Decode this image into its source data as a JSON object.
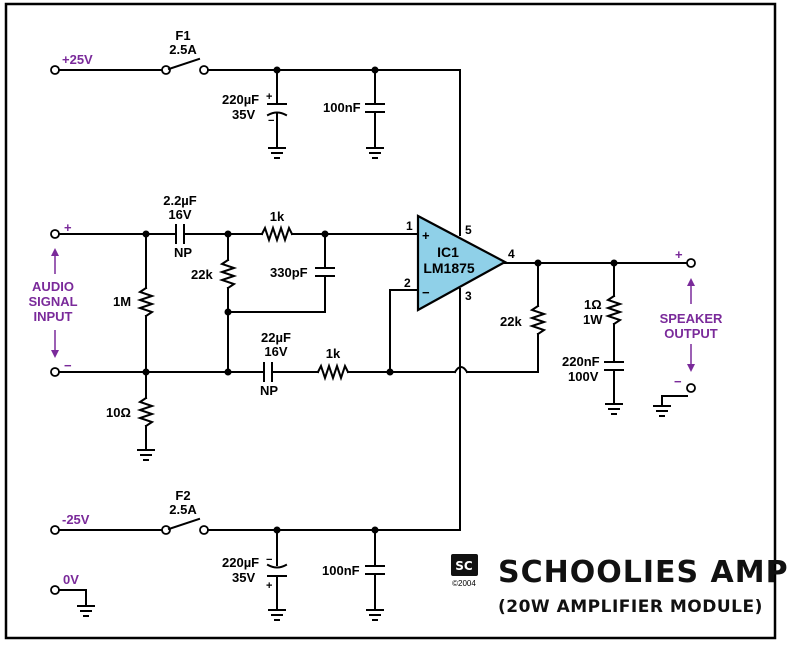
{
  "title": "SCHOOLIES AMP",
  "subtitle": "(20W AMPLIFIER MODULE)",
  "logo": {
    "text": "SC",
    "copyright": "©2004"
  },
  "ic": {
    "name": "IC1",
    "part": "LM1875",
    "pins": {
      "p1": "1",
      "p2": "2",
      "p3": "3",
      "p4": "4",
      "p5": "5"
    },
    "plus": "+",
    "minus": "−"
  },
  "rails": {
    "pos": "+25V",
    "neg": "-25V",
    "gnd": "0V"
  },
  "fuses": {
    "f1": {
      "ref": "F1",
      "value": "2.5A"
    },
    "f2": {
      "ref": "F2",
      "value": "2.5A"
    }
  },
  "components": {
    "c_pos_elec": {
      "value": "220µF",
      "voltage": "35V"
    },
    "c_pos_film": {
      "value": "100nF"
    },
    "c_neg_elec": {
      "value": "220µF",
      "voltage": "35V"
    },
    "c_neg_film": {
      "value": "100nF"
    },
    "c_in": {
      "value": "2.2µF",
      "voltage": "16V",
      "type": "NP"
    },
    "c_fb": {
      "value": "22µF",
      "voltage": "16V",
      "type": "NP"
    },
    "c_330": {
      "value": "330pF"
    },
    "c_zobel": {
      "value": "220nF",
      "voltage": "100V"
    },
    "r_1m": {
      "value": "1M"
    },
    "r_10": {
      "value": "10Ω"
    },
    "r_22k_in": {
      "value": "22k"
    },
    "r_1k_in": {
      "value": "1k"
    },
    "r_1k_fb": {
      "value": "1k"
    },
    "r_22k_fb": {
      "value": "22k"
    },
    "r_zobel": {
      "value": "1Ω",
      "power": "1W"
    }
  },
  "input": {
    "label_lines": [
      "AUDIO",
      "SIGNAL",
      "INPUT"
    ],
    "plus": "+",
    "minus": "−"
  },
  "output": {
    "label_lines": [
      "SPEAKER",
      "OUTPUT"
    ],
    "plus": "+",
    "minus": "−"
  },
  "colors": {
    "wire": "#000000",
    "label_accent": "#7a2a9a",
    "opamp_fill": "#8fd0e8",
    "frame": "#000000"
  }
}
